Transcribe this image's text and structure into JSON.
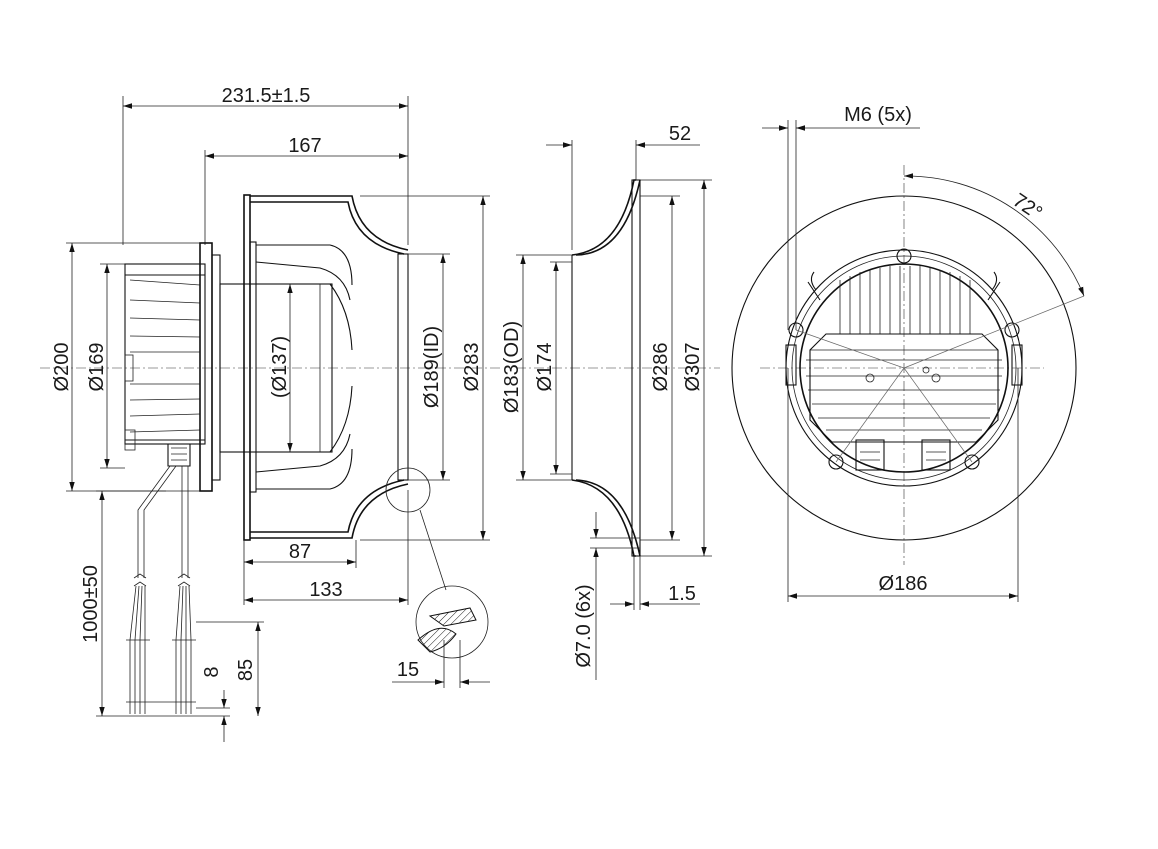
{
  "side_view": {
    "dims": {
      "overall_length": "231.5±1.5",
      "length_167": "167",
      "dia_200": "Ø200",
      "dia_169": "Ø169",
      "dia_137": "(Ø137)",
      "dia_189": "Ø189(ID)",
      "dia_283": "Ø283",
      "len_87": "87",
      "len_133": "133",
      "cable_length": "1000±50",
      "len_8": "8",
      "len_85": "85",
      "detail_15": "15"
    }
  },
  "inlet_ring_view": {
    "dims": {
      "depth_52": "52",
      "dia_183": "Ø183(OD)",
      "dia_174": "Ø174",
      "dia_286": "Ø286",
      "dia_307": "Ø307",
      "holes": "Ø7.0 (6x)",
      "thickness": "1.5"
    }
  },
  "front_view": {
    "dims": {
      "thread": "M6 (5x)",
      "angle": "72°",
      "dia_186": "Ø186"
    }
  }
}
